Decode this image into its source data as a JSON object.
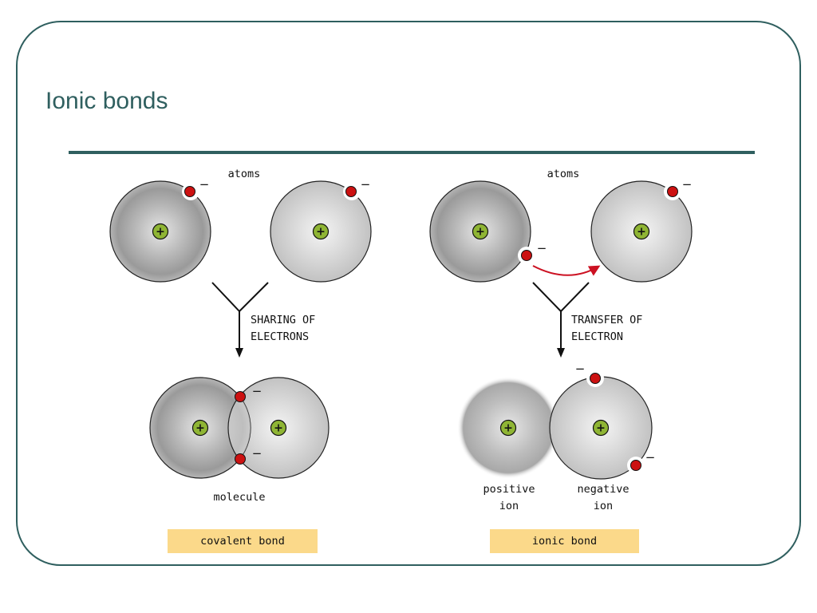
{
  "slide": {
    "title": "Ionic bonds",
    "colors": {
      "frame": "#2f5f5f",
      "electron": "#cc1111",
      "nucleus": "#8fb534",
      "label_box": "#fbd98a",
      "transfer_arrow": "#cc1122"
    }
  },
  "covalent": {
    "atoms_label": "atoms",
    "process_line1": "SHARING OF",
    "process_line2": "ELECTRONS",
    "result_label": "molecule",
    "bond_label": "covalent bond"
  },
  "ionic": {
    "atoms_label": "atoms",
    "process_line1": "TRANSFER OF",
    "process_line2": "ELECTRON",
    "positive_line1": "positive",
    "positive_line2": "ion",
    "negative_line1": "negative",
    "negative_line2": "ion",
    "bond_label": "ionic bond"
  },
  "symbols": {
    "plus": "+",
    "minus": "−"
  }
}
